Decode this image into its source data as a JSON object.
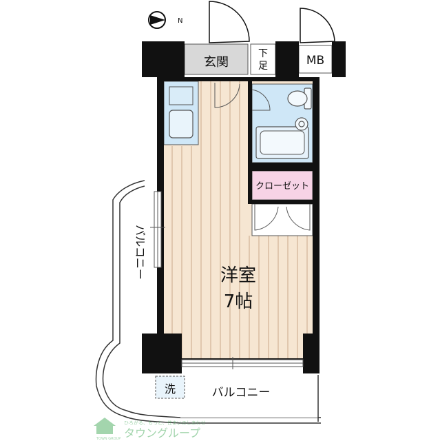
{
  "compass": {
    "label": "N",
    "icon": "north-arrow-icon"
  },
  "rooms": {
    "genkan": "玄関",
    "shoe_box": "下足",
    "meter_box": "MB",
    "closet": "クローゼット",
    "western_room": "洋室",
    "room_size": "7帖",
    "balcony_side": "バルコニー",
    "balcony_bottom": "バルコニー",
    "washer": "洗"
  },
  "logo": {
    "text": "タウングループ",
    "tagline": "ひろがる、もっと、住まいのしあわせ",
    "sub": "TOWN GROUP"
  },
  "colors": {
    "floor": "#f6e6d2",
    "floor_line": "#c9a88a",
    "wall": "#111111",
    "wet_area": "#cfe7f7",
    "closet": "#f7d3e6",
    "corridor_gray": "#d8d8d8",
    "logo_green": "#58b36b"
  }
}
